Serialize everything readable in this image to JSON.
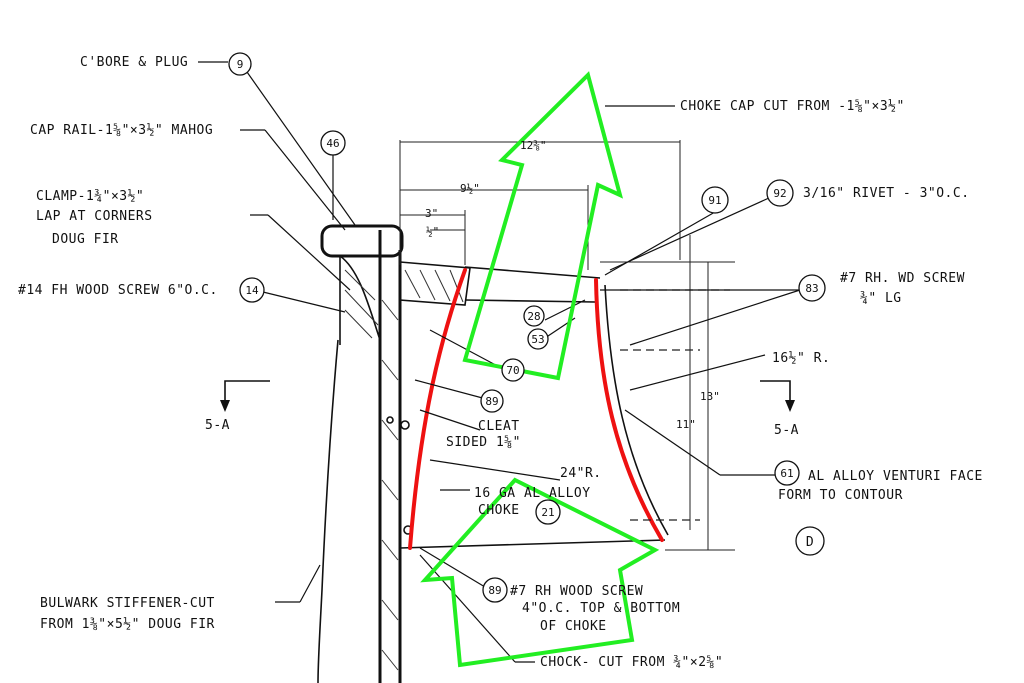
{
  "labels": {
    "cbore": "C'BORE & PLUG",
    "cap_rail": "CAP RAIL-1⅝\"×3½\" MAHOG",
    "clamp_1": "CLAMP-1¾\"×3½\"",
    "clamp_2": "LAP AT CORNERS",
    "clamp_3": "DOUG FIR",
    "fh_screw": "#14 FH WOOD SCREW 6\"O.C.",
    "choke_cap": "CHOKE CAP CUT FROM -1⅝\"×3½\"",
    "rivet": "3/16\" RIVET - 3\"O.C.",
    "rh_screw_1": "#7 RH. WD SCREW",
    "rh_screw_2": "¾\" LG",
    "radius_16": "16½\" R.",
    "cleat_1": "CLEAT",
    "cleat_2": "SIDED 1⅝\"",
    "radius_24": "24\"R.",
    "gn_1": "16 GA AL ALLOY",
    "gn_2": "CHOKE",
    "venturi_1": "AL ALLOY VENTURI FACE",
    "venturi_2": "FORM TO CONTOUR",
    "view_d": "D",
    "bulwark_1": "BULWARK STIFFENER-CUT",
    "bulwark_2": "FROM 1⅜\"×5½\" DOUG FIR",
    "rh_bottom_1": "#7 RH WOOD SCREW",
    "rh_bottom_2": "4\"O.C. TOP & BOTTOM",
    "rh_bottom_3": "OF CHOKE",
    "chock": "CHOCK- CUT FROM ¾\"×2⅝\"",
    "section_left": "5-A",
    "section_right": "5-A",
    "dim_12": "12⅜\"",
    "dim_9": "9½\"",
    "dim_3": "3\"",
    "dim_half": "½\"",
    "dim_11": "11\"",
    "dim_13": "13\""
  },
  "balloons": {
    "b9": "9",
    "b46": "46",
    "b14": "14",
    "b91": "91",
    "b92": "92",
    "b83": "83",
    "b28": "28",
    "b53": "53",
    "b70": "70",
    "b89a": "89",
    "b21": "21",
    "b61": "61",
    "b89b": "89"
  },
  "colors": {
    "ink": "#111111",
    "highlight_red": "#e11111",
    "arrow_green": "#22ee22"
  }
}
